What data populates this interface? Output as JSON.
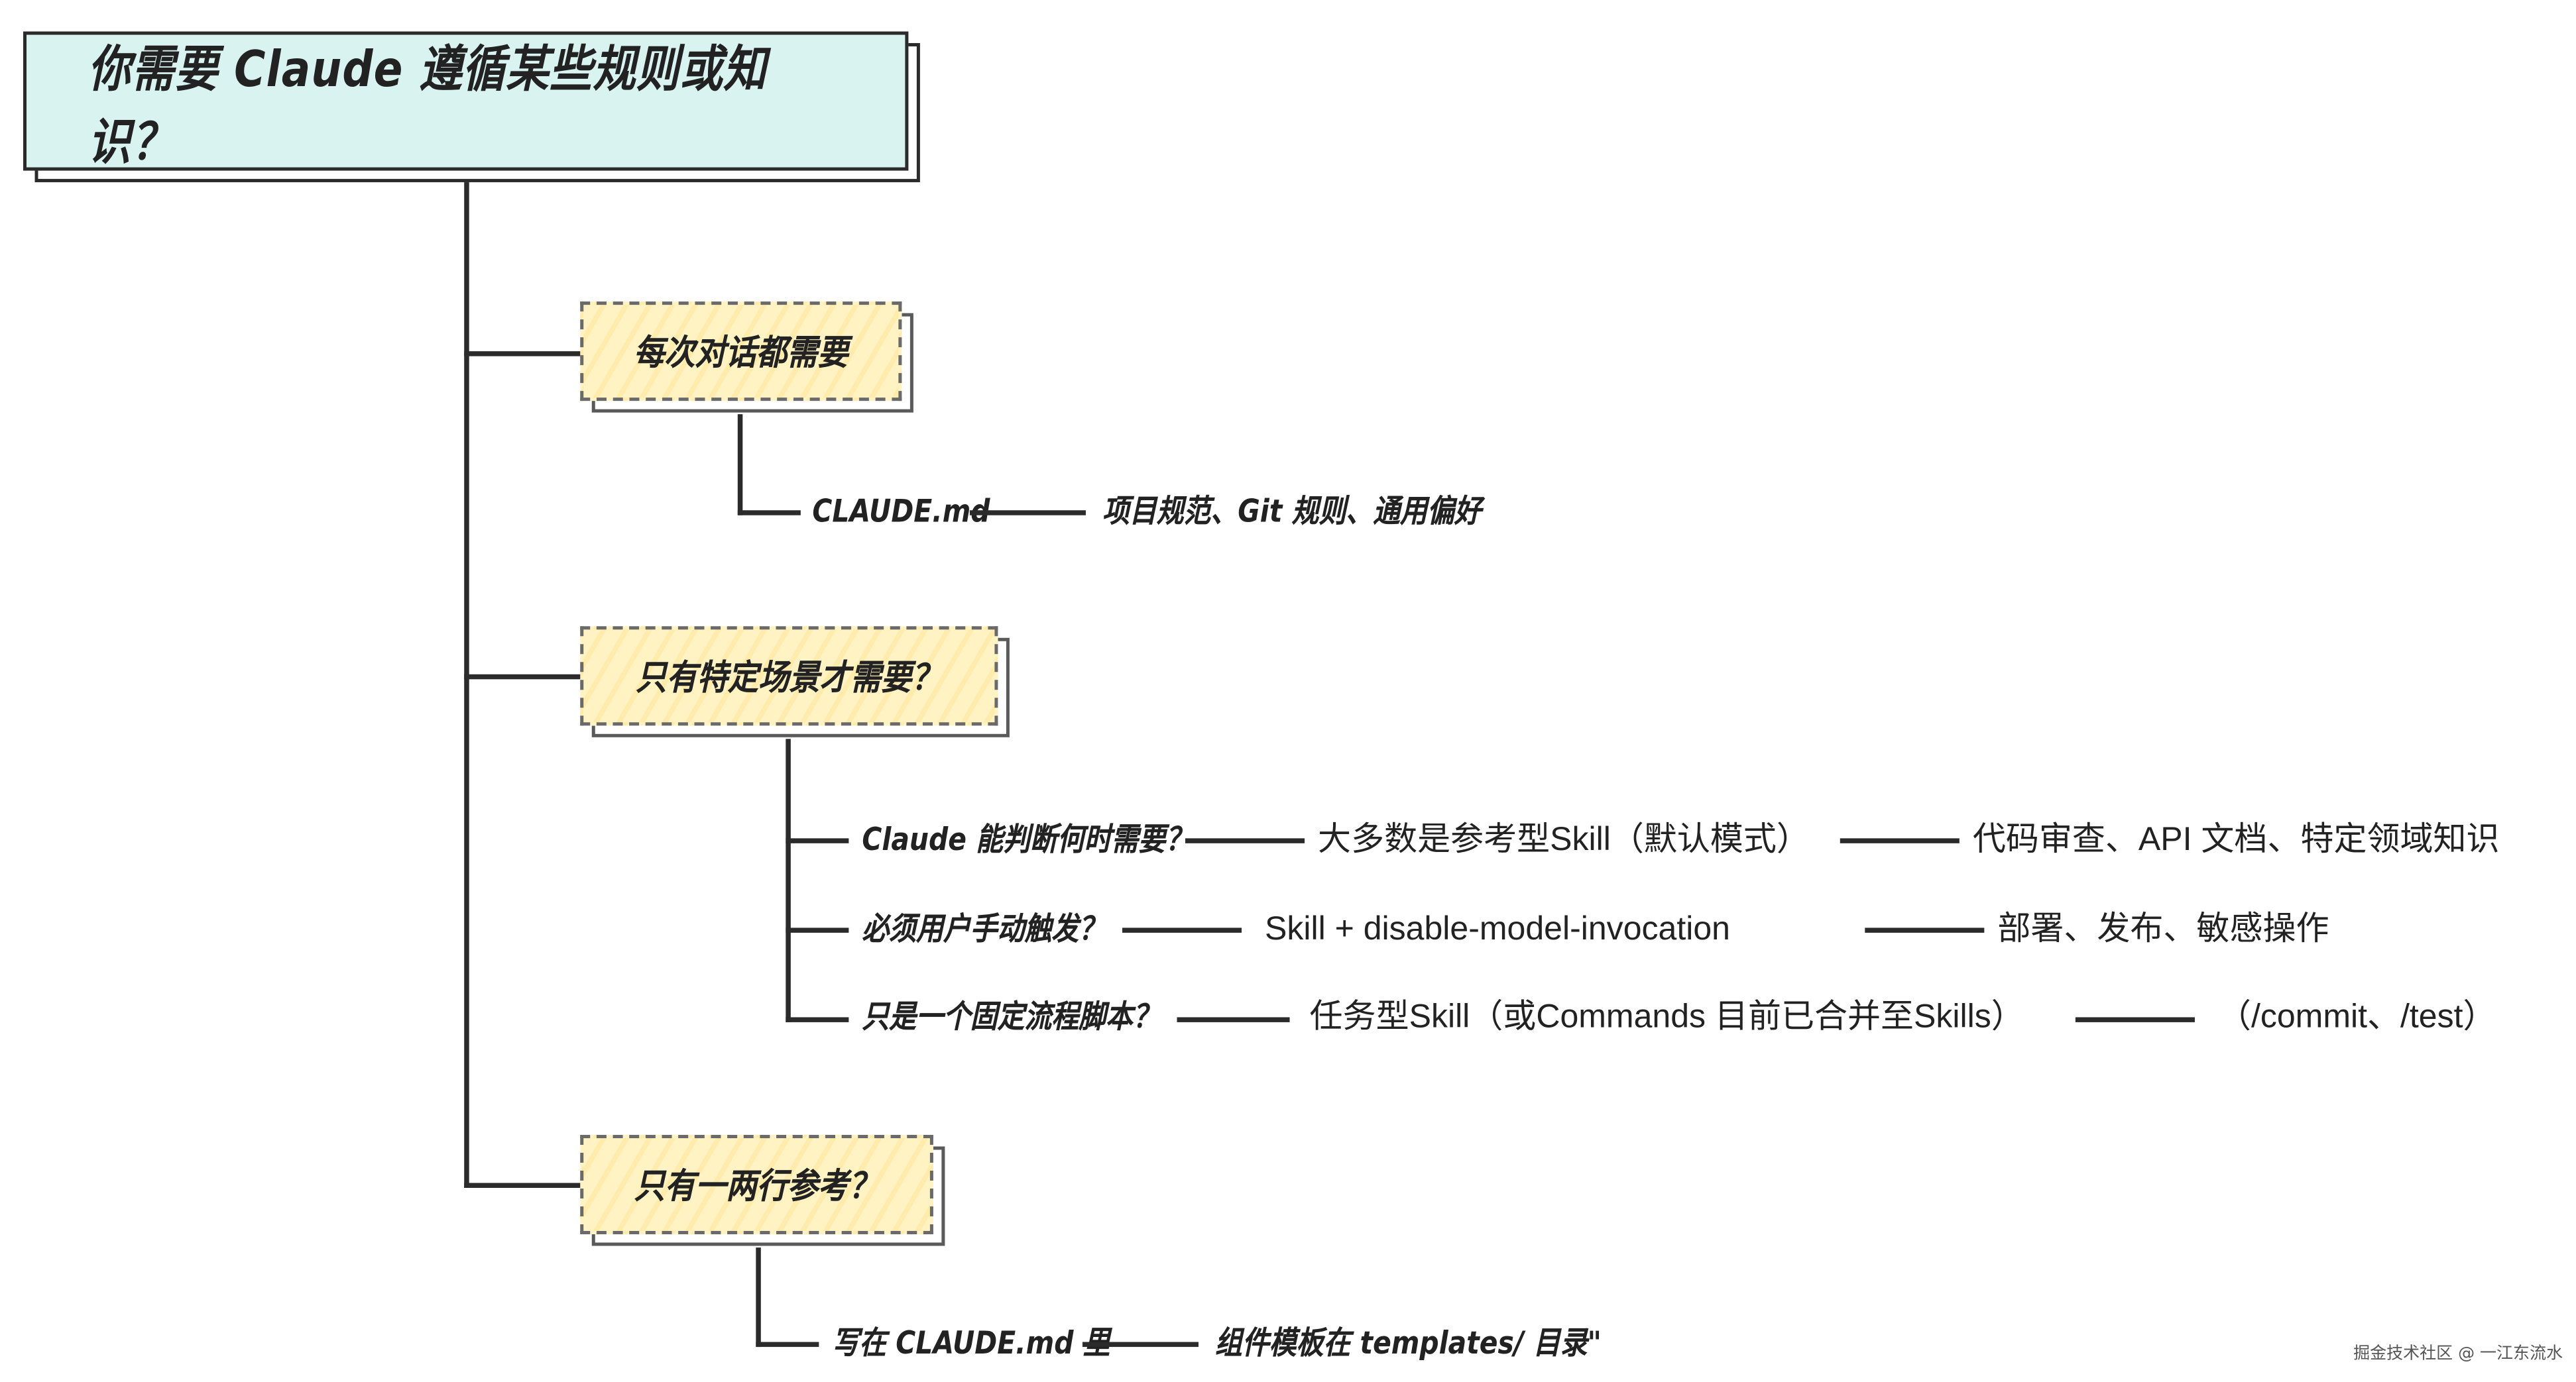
{
  "root": {
    "title": "你需要 Claude 遵循某些规则或知识？"
  },
  "branches": [
    {
      "label": "每次对话都需要",
      "rows": [
        {
          "question": "CLAUDE.md",
          "answer": "项目规范、Git 规则、通用偏好"
        }
      ]
    },
    {
      "label": "只有特定场景才需要？",
      "rows": [
        {
          "question": "Claude 能判断何时需要？",
          "answer": "大多数是参考型Skill（默认模式）",
          "example": "代码审查、API 文档、特定领域知识"
        },
        {
          "question": "必须用户手动触发？",
          "answer": "Skill + disable-model-invocation",
          "example": "部署、发布、敏感操作"
        },
        {
          "question": "只是一个固定流程脚本？",
          "answer": "任务型Skill（或Commands 目前已合并至Skills）",
          "example": "（/commit、/test）"
        }
      ]
    },
    {
      "label": "只有一两行参考？",
      "rows": [
        {
          "question": "写在 CLAUDE.md 里",
          "answer": "组件模板在 templates/ 目录\""
        }
      ]
    }
  ],
  "watermark": "掘金技术社区 @ 一江东流水"
}
